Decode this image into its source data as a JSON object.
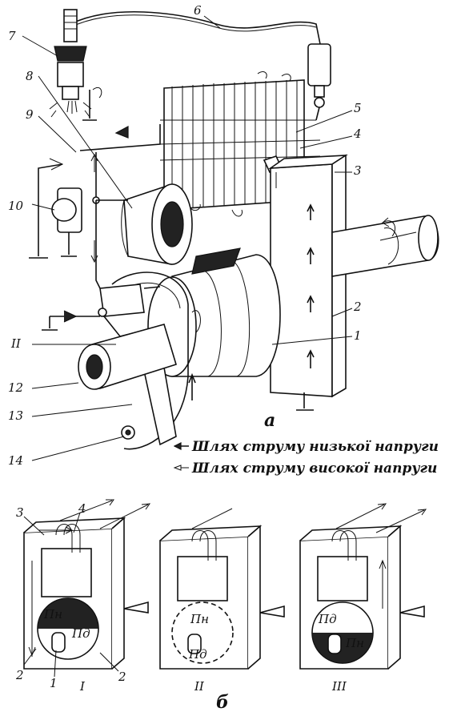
{
  "labels": {
    "n1": "1",
    "n2": "2",
    "n3": "3",
    "n4": "4",
    "n5": "5",
    "n6": "6",
    "n7": "7",
    "n8": "8",
    "n9": "9",
    "n10": "10",
    "n11": "II",
    "n12": "12",
    "n13": "13",
    "n14": "14"
  },
  "figure_a_label": "а",
  "figure_b_label": "б",
  "legend": {
    "low_voltage": "Шлях струму низької напруги",
    "high_voltage": "Шлях струму високої напруги"
  },
  "sub": {
    "left_3": "3",
    "left_4": "4",
    "left_2a": "2",
    "left_1": "1",
    "left_2b": "2",
    "pos_I": "I",
    "pos_II": "II",
    "pos_III": "III",
    "pole_pn": "Пн",
    "pole_pd": "Пд"
  }
}
